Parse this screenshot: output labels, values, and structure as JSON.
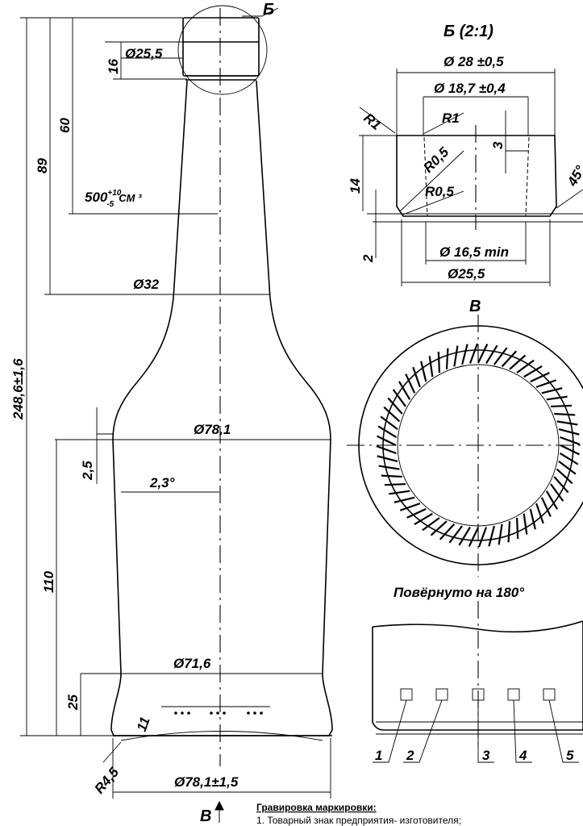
{
  "main_view": {
    "dims": {
      "d_finish": "Ø25,5",
      "h_finish": "16",
      "h_60": "60",
      "h_89": "89",
      "volume": "500",
      "volume_tol_upper": "+10",
      "volume_tol_lower": "-5",
      "volume_unit": "СМ ³",
      "d_neck": "Ø32",
      "total_height": "248,6±1,6",
      "d_body": "Ø78,1",
      "h_2_5": "2,5",
      "angle": "2,3°",
      "h_110": "110",
      "d_lower": "Ø71,6",
      "h_25": "25",
      "h_11": "11",
      "radius_base": "R4,5",
      "d_base": "Ø78,1±1,5",
      "callout_b": "Б",
      "view_v": "В"
    }
  },
  "detail_b": {
    "title": "Б (2:1)",
    "d_outer": "Ø 28 ±0,5",
    "d_inner": "Ø 18,7 ±0,4",
    "r1_outer": "R1",
    "r1_inner": "R1",
    "r05_a": "R0,5",
    "r05_b": "R0,5",
    "h_3": "3",
    "h_14": "14",
    "h_2": "2",
    "angle_partial": "45°",
    "d_min": "Ø 16,5 min",
    "d_bottom": "Ø25,5"
  },
  "view_v": {
    "title": "В"
  },
  "rotated_view": {
    "title": "Повёрнуто на  180°",
    "callouts": [
      "1",
      "2",
      "3",
      "4",
      "5"
    ]
  },
  "notes": {
    "heading": "Гравировка маркировки:",
    "line1": "1. Товарный знак предприятия- изготовителя;"
  }
}
